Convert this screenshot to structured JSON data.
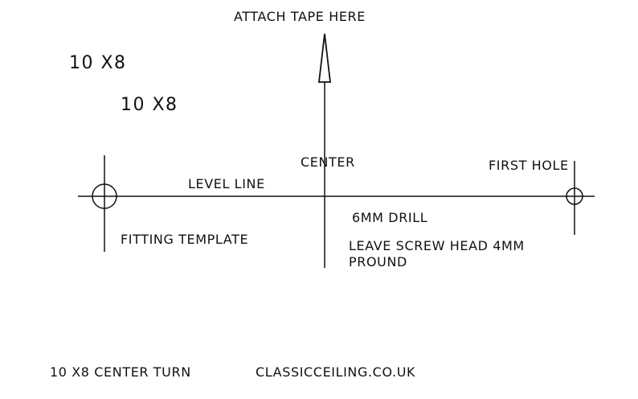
{
  "title": "ATTACH TAPE HERE",
  "size_label_1": "10 X8",
  "size_label_2": "10 X8",
  "center_label": "CENTER",
  "first_hole_label": "FIRST HOLE",
  "level_line_label": "LEVEL LINE",
  "fitting_template_label": "FITTING TEMPLATE",
  "drill_label": "6MM DRILL",
  "screw_note_line1": "LEAVE SCREW  HEAD 4MM",
  "screw_note_line2": "PROUND",
  "footer_left": "10 X8  CENTER TURN",
  "footer_url": "CLASSICCEILING.CO.UK",
  "colors": {
    "ink": "#111111",
    "background": "#ffffff"
  }
}
